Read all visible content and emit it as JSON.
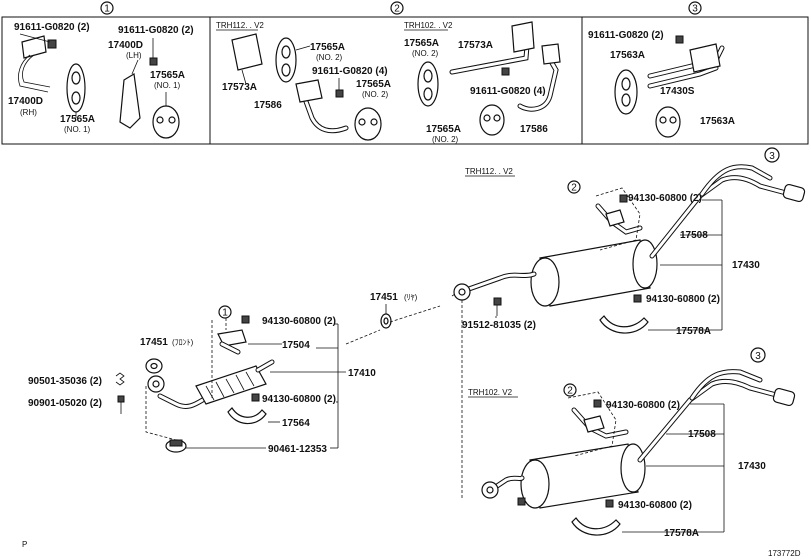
{
  "panel_circles": [
    "1",
    "2",
    "3"
  ],
  "callout_1_labels": [
    "1"
  ],
  "callout_2_labels": [
    "2",
    "2"
  ],
  "callout_3_labels": [
    "3",
    "3"
  ],
  "panel1": {
    "bolt_a": "91611-G0820 (2)",
    "bolt_b": "91611-G0820 (2)",
    "hanger_rh": "17400D",
    "hanger_rh_note": "(RH)",
    "hanger_lh": "17400D",
    "hanger_lh_note": "(LH)",
    "support_a": "17565A",
    "support_a_note": "(NO. 1)",
    "support_b": "17565A",
    "support_b_note": "(NO. 1)"
  },
  "panel2": {
    "variant_a": "TRH112. . V2",
    "variant_b": "TRH102. . V2",
    "support_a": "17565A",
    "support_a_note": "(NO. 2)",
    "bracket_a": "17573A",
    "bolt_a": "91611-G0820 (4)",
    "support_b": "17565A",
    "support_b_note": "(NO. 2)",
    "pipe_a": "17586",
    "support_c": "17565A",
    "support_c_note": "(NO. 2)",
    "bracket_b": "17573A",
    "bolt_b": "91611-G0820 (4)",
    "support_d": "17565A",
    "support_d_note": "(NO. 2)",
    "pipe_b": "17586"
  },
  "panel3": {
    "bolt": "91611-G0820 (2)",
    "support_a": "17563A",
    "hanger": "17430S",
    "support_b": "17563A"
  },
  "main": {
    "gasket_rear_top": "17451",
    "gasket_rear_top_note": "(ﾘﾔ)",
    "bolt_rear": "91512-81035 (2)",
    "variant_top": "TRH112. . V2",
    "nut_top_a": "94130-60800 (2)",
    "part_17508_top": "17508",
    "part_17430_top": "17430",
    "nut_top_b": "94130-60800 (2)",
    "clamp_top": "17578A",
    "nut_front_a": "94130-60800 (2)",
    "part_17504": "17504",
    "gasket_front": "17451",
    "gasket_front_note": "(ﾌﾛﾝﾄ)",
    "part_17410": "17410",
    "spring": "90501-35036 (2)",
    "bolt_front": "90901-05020 (2)",
    "nut_front_b": "94130-60800 (2)",
    "part_17564": "17564",
    "grommet": "90461-12353",
    "variant_bottom": "TRH102. V2",
    "nut_bot_a": "94130-60800 (2)",
    "part_17508_bot": "17508",
    "part_17430_bot": "17430",
    "nut_bot_b": "94130-60800 (2)",
    "clamp_bot": "17578A",
    "corner_left": "P",
    "corner_right": "173772D"
  }
}
